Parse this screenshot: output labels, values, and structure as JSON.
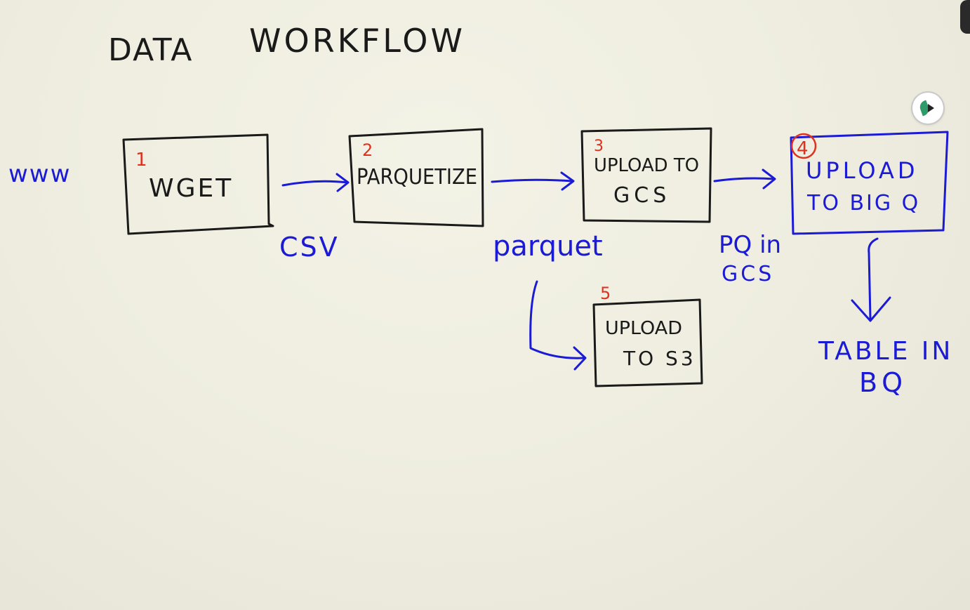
{
  "title": {
    "word1": "DATA",
    "word2": "WORKFLOW"
  },
  "source_label": "www",
  "steps": [
    {
      "number": "1",
      "line1": "WGET",
      "line2": ""
    },
    {
      "number": "2",
      "line1": "PARQUETIZE",
      "line2": ""
    },
    {
      "number": "3",
      "line1": "UPLOAD TO",
      "line2": "GCS"
    },
    {
      "number": "4",
      "line1": "UPLOAD",
      "line2": "TO BIG Q"
    },
    {
      "number": "5",
      "line1": "UPLOAD",
      "line2": "TO S3"
    }
  ],
  "edge_labels": {
    "csv": "CSV",
    "parquet": "parquet",
    "pq_in_gcs_1": "PQ in",
    "pq_in_gcs_2": "GCS"
  },
  "output": {
    "line1": "TABLE IN",
    "line2": "BQ"
  },
  "colors": {
    "background": "#efeee0",
    "ink_black": "#1a1a1a",
    "ink_blue": "#1b1bd6",
    "ink_red": "#e0301e"
  }
}
